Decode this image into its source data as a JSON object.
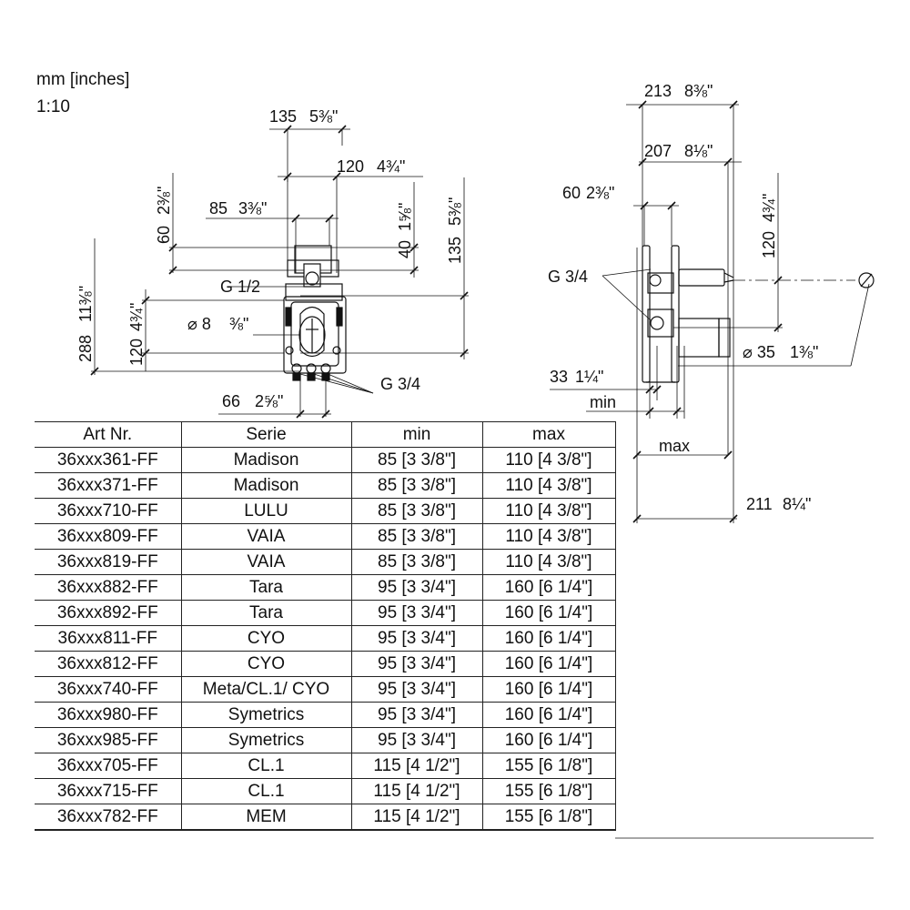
{
  "header": {
    "units": "mm [inches]",
    "scale": "1:10"
  },
  "front_view": {
    "dim_135_top": "135",
    "frac_5_3_8": "5⅜\"",
    "dim_120_top": "120",
    "frac_4_3_4": "4¾\"",
    "dim_85": "85",
    "frac_3_3_8": "3⅜\"",
    "dim_60": "60",
    "frac_2_3_8": "2⅜\"",
    "dim_40": "40",
    "frac_1_5_8": "1⅝\"",
    "dim_135_right": "135",
    "dim_288": "288",
    "frac_11_3_8": "11⅜\"",
    "dim_120_left": "120",
    "thread_g12": "G 1/2",
    "dia_8": "⌀ 8",
    "frac_3_8": "⅜\"",
    "dim_66": "66",
    "frac_2_5_8": "2⅝\"",
    "thread_g34": "G 3/4"
  },
  "side_view": {
    "dim_213": "213",
    "frac_8_3_8": "8⅜\"",
    "dim_207": "207",
    "frac_8_1_8": "8⅛\"",
    "dim_60": "60",
    "frac_2_3_8": "2⅜\"",
    "dim_120": "120",
    "frac_4_3_4": "4¾\"",
    "thread_g34": "G 3/4",
    "dia_35": "⌀ 35",
    "frac_1_3_8": "1⅜\"",
    "dim_33": "33",
    "frac_1_1_4": "1¼\"",
    "label_min": "min",
    "label_max": "max",
    "dim_211": "211",
    "frac_8_1_4": "8¼\""
  },
  "table": {
    "headers": [
      "Art Nr.",
      "Serie",
      "min",
      "max"
    ],
    "rows": [
      [
        "36xxx361-FF",
        "Madison",
        "85 [3 3/8\"]",
        "110 [4 3/8\"]"
      ],
      [
        "36xxx371-FF",
        "Madison",
        "85 [3 3/8\"]",
        "110 [4 3/8\"]"
      ],
      [
        "36xxx710-FF",
        "LULU",
        "85 [3 3/8\"]",
        "110 [4 3/8\"]"
      ],
      [
        "36xxx809-FF",
        "VAIA",
        "85 [3 3/8\"]",
        "110 [4 3/8\"]"
      ],
      [
        "36xxx819-FF",
        "VAIA",
        "85 [3 3/8\"]",
        "110 [4 3/8\"]"
      ],
      [
        "36xxx882-FF",
        "Tara",
        "95 [3 3/4\"]",
        "160 [6 1/4\"]"
      ],
      [
        "36xxx892-FF",
        "Tara",
        "95 [3 3/4\"]",
        "160 [6 1/4\"]"
      ],
      [
        "36xxx811-FF",
        "CYO",
        "95 [3 3/4\"]",
        "160 [6 1/4\"]"
      ],
      [
        "36xxx812-FF",
        "CYO",
        "95 [3 3/4\"]",
        "160 [6 1/4\"]"
      ],
      [
        "36xxx740-FF",
        "Meta/CL.1/ CYO",
        "95 [3 3/4\"]",
        "160 [6 1/4\"]"
      ],
      [
        "36xxx980-FF",
        "Symetrics",
        "95 [3 3/4\"]",
        "160 [6 1/4\"]"
      ],
      [
        "36xxx985-FF",
        "Symetrics",
        "95 [3 3/4\"]",
        "160 [6 1/4\"]"
      ],
      [
        "36xxx705-FF",
        "CL.1",
        "115 [4 1/2\"]",
        "155 [6 1/8\"]"
      ],
      [
        "36xxx715-FF",
        "CL.1",
        "115 [4 1/2\"]",
        "155 [6 1/8\"]"
      ],
      [
        "36xxx782-FF",
        "MEM",
        "115 [4 1/2\"]",
        "155 [6 1/8\"]"
      ]
    ]
  }
}
